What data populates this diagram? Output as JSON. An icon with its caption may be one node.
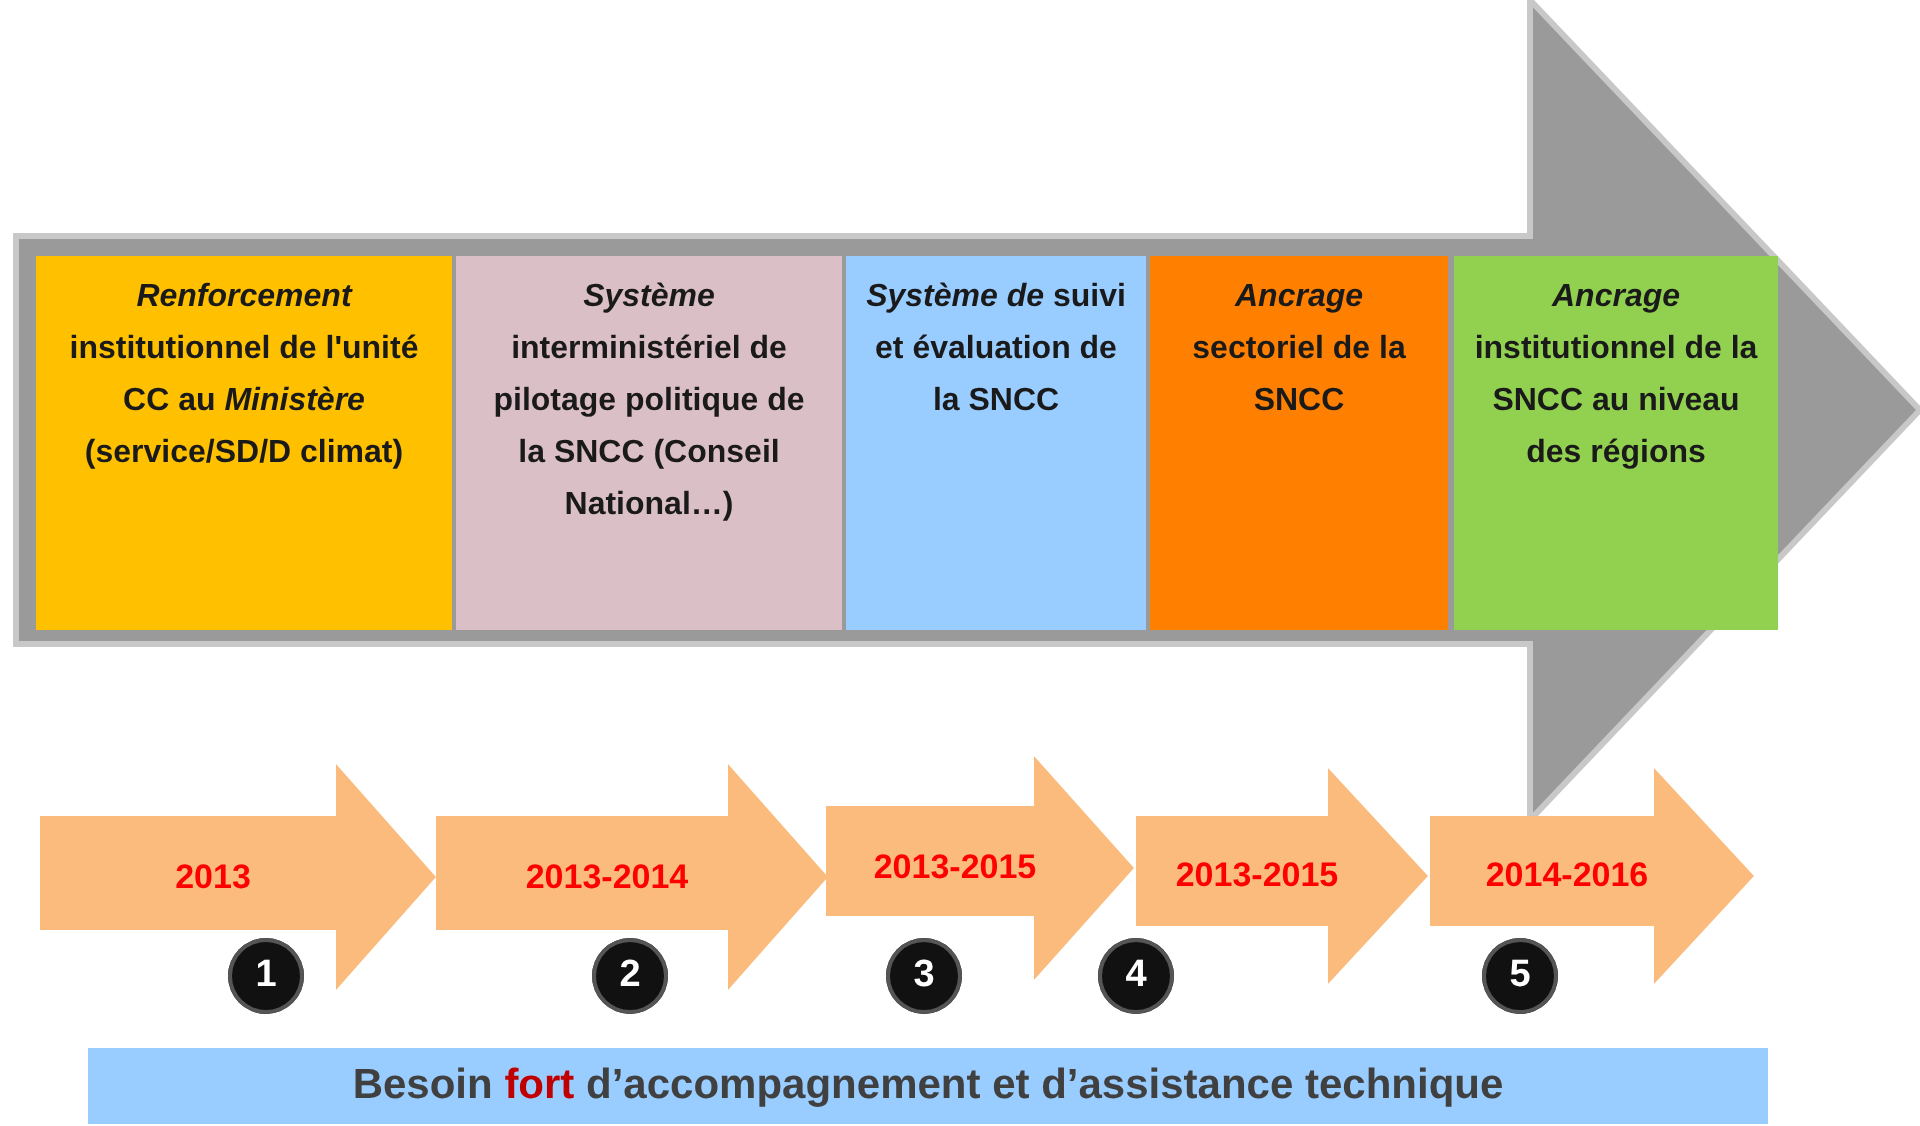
{
  "diagram": {
    "nodes": [
      {
        "text": [],
        "shape": "arrow"
      },
      {
        "text": [
          "*Renforcement* institutionnel de l'unité CC au *Ministère* (service/SD/D climat)"
        ],
        "in": 0
      },
      {
        "text": [
          "*Système* interministériel de pilotage politique de la SNCC (Conseil National…)"
        ],
        "in": 0
      },
      {
        "text": [
          "*Système de* suivi et évaluation de la SNCC"
        ],
        "in": 0
      },
      {
        "text": [
          "*Ancrage* sectoriel de la SNCC"
        ],
        "in": 0
      },
      {
        "text": [
          "*Ancrage* institutionnel de la SNCC au niveau des régions"
        ],
        "in": 0
      },
      {
        "text": [
          "2013"
        ],
        "beside": [
          "1"
        ]
      },
      {
        "text": [
          "2013-2014"
        ],
        "beside": [
          "2"
        ]
      },
      {
        "text": [
          "2013-2015"
        ],
        "beside": [
          "3"
        ]
      },
      {
        "text": [
          "2013-2015"
        ],
        "beside": [
          "4"
        ]
      },
      {
        "text": [
          "2014-2016"
        ],
        "beside": [
          "5"
        ]
      },
      {
        "text": [
          "Besoin **fort** d’accompagnement et d’assistance technique"
        ]
      }
    ],
    "edges": []
  }
}
